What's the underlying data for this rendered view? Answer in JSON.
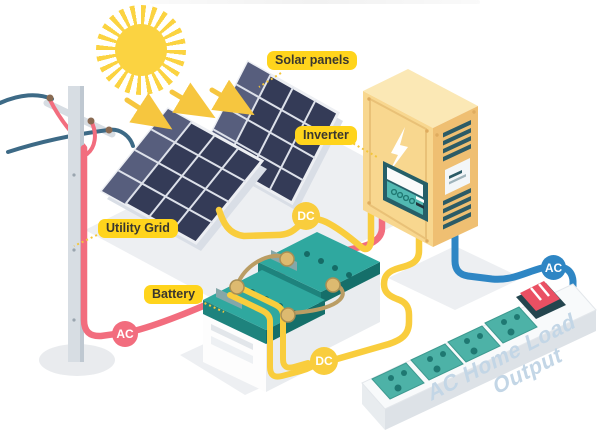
{
  "labels": {
    "solar_panels": "Solar panels",
    "inverter": "Inverter",
    "utility_grid": "Utility Grid",
    "battery": "Battery"
  },
  "badges": {
    "dc_solar": "DC",
    "dc_battery": "DC",
    "ac_grid": "AC",
    "ac_home": "AC"
  },
  "power_strip": {
    "caption_line1": "AC Home Load",
    "caption_line2": "Output"
  },
  "colors": {
    "dc_wire_yellow": "#F9CD3D",
    "ac_grid_wire_red": "#F26D7E",
    "ac_home_wire_blue": "#2E86C4",
    "label_background": "#FFD41C",
    "sun_yellow": "#FBD341",
    "solar_cell_navy": "#343B57",
    "inverter_body": "#F8D78F",
    "battery_top_teal": "#2FA89F",
    "outlet_teal": "#4DB2A7",
    "switch_red": "#EA5063",
    "caption_text": "#C3D6E6"
  },
  "icons": {
    "sun": "sun-icon",
    "lightning": "lightning-bolt-icon",
    "arrows": "sunlight-arrow-icon"
  }
}
